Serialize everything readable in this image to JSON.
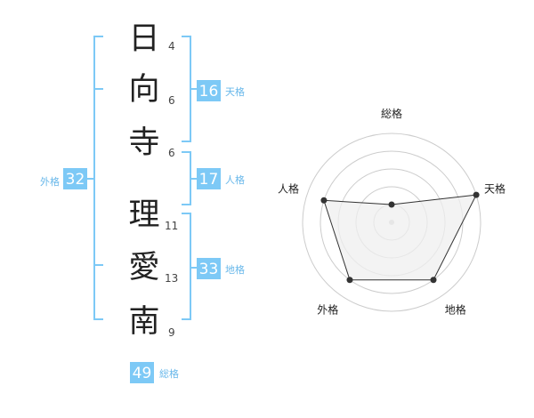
{
  "name": {
    "characters": [
      {
        "char": "日",
        "strokes": "4"
      },
      {
        "char": "向",
        "strokes": "6"
      },
      {
        "char": "寺",
        "strokes": "6"
      },
      {
        "char": "理",
        "strokes": "11"
      },
      {
        "char": "愛",
        "strokes": "13"
      },
      {
        "char": "南",
        "strokes": "9"
      }
    ]
  },
  "fortune": {
    "tenkaku": {
      "value": "16",
      "label": "天格"
    },
    "jinkaku": {
      "value": "17",
      "label": "人格"
    },
    "chikaku": {
      "value": "33",
      "label": "地格"
    },
    "gaikaku": {
      "value": "32",
      "label": "外格"
    },
    "soukaku": {
      "value": "49",
      "label": "総格"
    }
  },
  "colors": {
    "accent": "#7dc9f6",
    "accent_text": "#69b8ea",
    "grid": "#cccccc",
    "fill": "#efefef",
    "line": "#333333"
  },
  "chart_data": {
    "type": "radar",
    "axes": [
      "総格",
      "天格",
      "地格",
      "外格",
      "人格"
    ],
    "values": [
      1,
      5,
      4,
      4,
      4
    ],
    "range": [
      0,
      5
    ],
    "rings": 5
  }
}
